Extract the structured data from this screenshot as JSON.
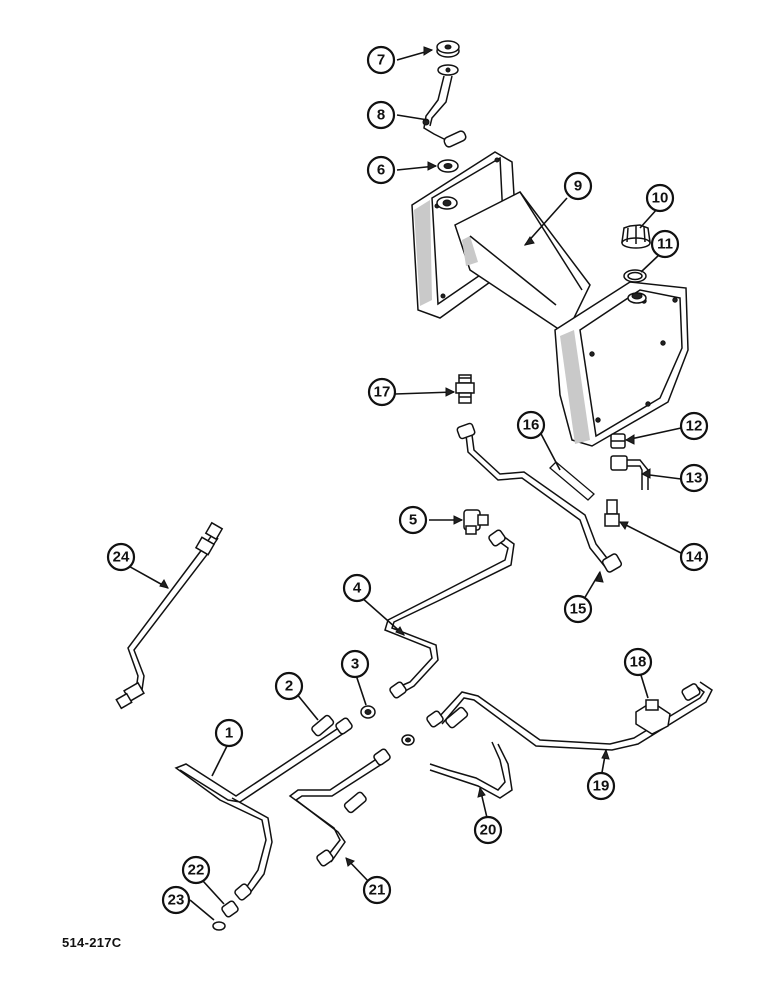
{
  "figure_code": "514-217C",
  "callouts": [
    {
      "id": "1",
      "label": "1"
    },
    {
      "id": "2",
      "label": "2"
    },
    {
      "id": "3",
      "label": "3"
    },
    {
      "id": "4",
      "label": "4"
    },
    {
      "id": "5",
      "label": "5"
    },
    {
      "id": "6",
      "label": "6"
    },
    {
      "id": "7",
      "label": "7"
    },
    {
      "id": "8",
      "label": "8"
    },
    {
      "id": "9",
      "label": "9"
    },
    {
      "id": "10",
      "label": "10"
    },
    {
      "id": "11",
      "label": "11"
    },
    {
      "id": "12",
      "label": "12"
    },
    {
      "id": "13",
      "label": "13"
    },
    {
      "id": "14",
      "label": "14"
    },
    {
      "id": "15",
      "label": "15"
    },
    {
      "id": "16",
      "label": "16"
    },
    {
      "id": "17",
      "label": "17"
    },
    {
      "id": "18",
      "label": "18"
    },
    {
      "id": "19",
      "label": "19"
    },
    {
      "id": "20",
      "label": "20"
    },
    {
      "id": "21",
      "label": "21"
    },
    {
      "id": "22",
      "label": "22"
    },
    {
      "id": "23",
      "label": "23"
    },
    {
      "id": "24",
      "label": "24"
    }
  ]
}
